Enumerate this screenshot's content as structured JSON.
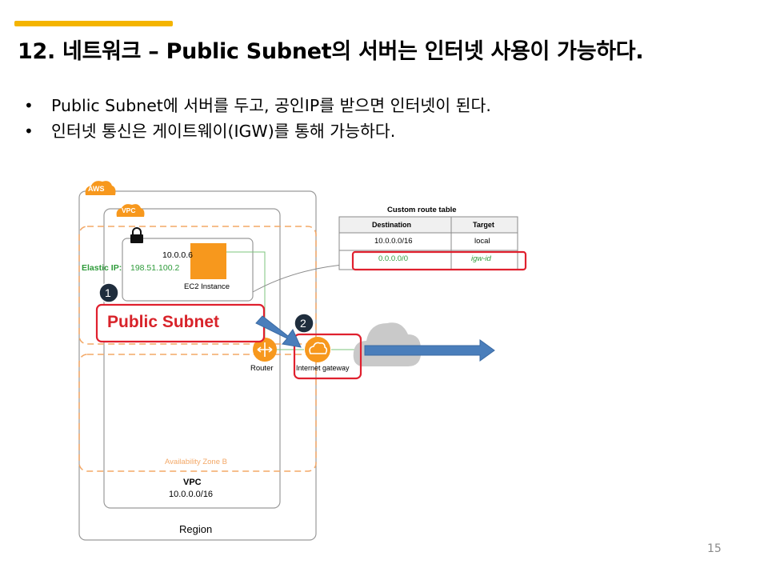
{
  "slide": {
    "title": "12. 네트워크 – Public Subnet의 서버는 인터넷 사용이 가능하다.",
    "bullets": [
      "Public Subnet에 서버를 두고, 공인IP를 받으면 인터넷이 된다.",
      "인터넷 통신은 게이트웨이(IGW)를 통해 가능하다."
    ],
    "page_number": "15"
  },
  "diagram": {
    "aws_badge": "AWS",
    "vpc_badge": "VPC",
    "ip_address": "10.0.0.6",
    "elastic_ip_label": "Elastic IP:",
    "elastic_ip_value": "198.51.100.2",
    "ec2_label": "EC2 Instance",
    "callout_1": "1",
    "callout_2": "2",
    "public_subnet_label": "Public Subnet",
    "router_label": "Router",
    "igw_label": "Internet gateway",
    "az_label": "Availability Zone B",
    "vpc_title": "VPC",
    "vpc_cidr": "10.0.0.0/16",
    "region_label": "Region"
  },
  "route_table": {
    "title": "Custom route table",
    "headers": [
      "Destination",
      "Target"
    ],
    "rows": [
      [
        "10.0.0.0/16",
        "local"
      ],
      [
        "0.0.0.0/0",
        "igw-id"
      ]
    ]
  },
  "colors": {
    "accent_bar": "#f4b400",
    "aws_orange": "#f7981d",
    "highlight_red": "#e0202e",
    "elastic_ip_green": "#2e9b3a",
    "arrow_blue": "#4a7ebb"
  }
}
